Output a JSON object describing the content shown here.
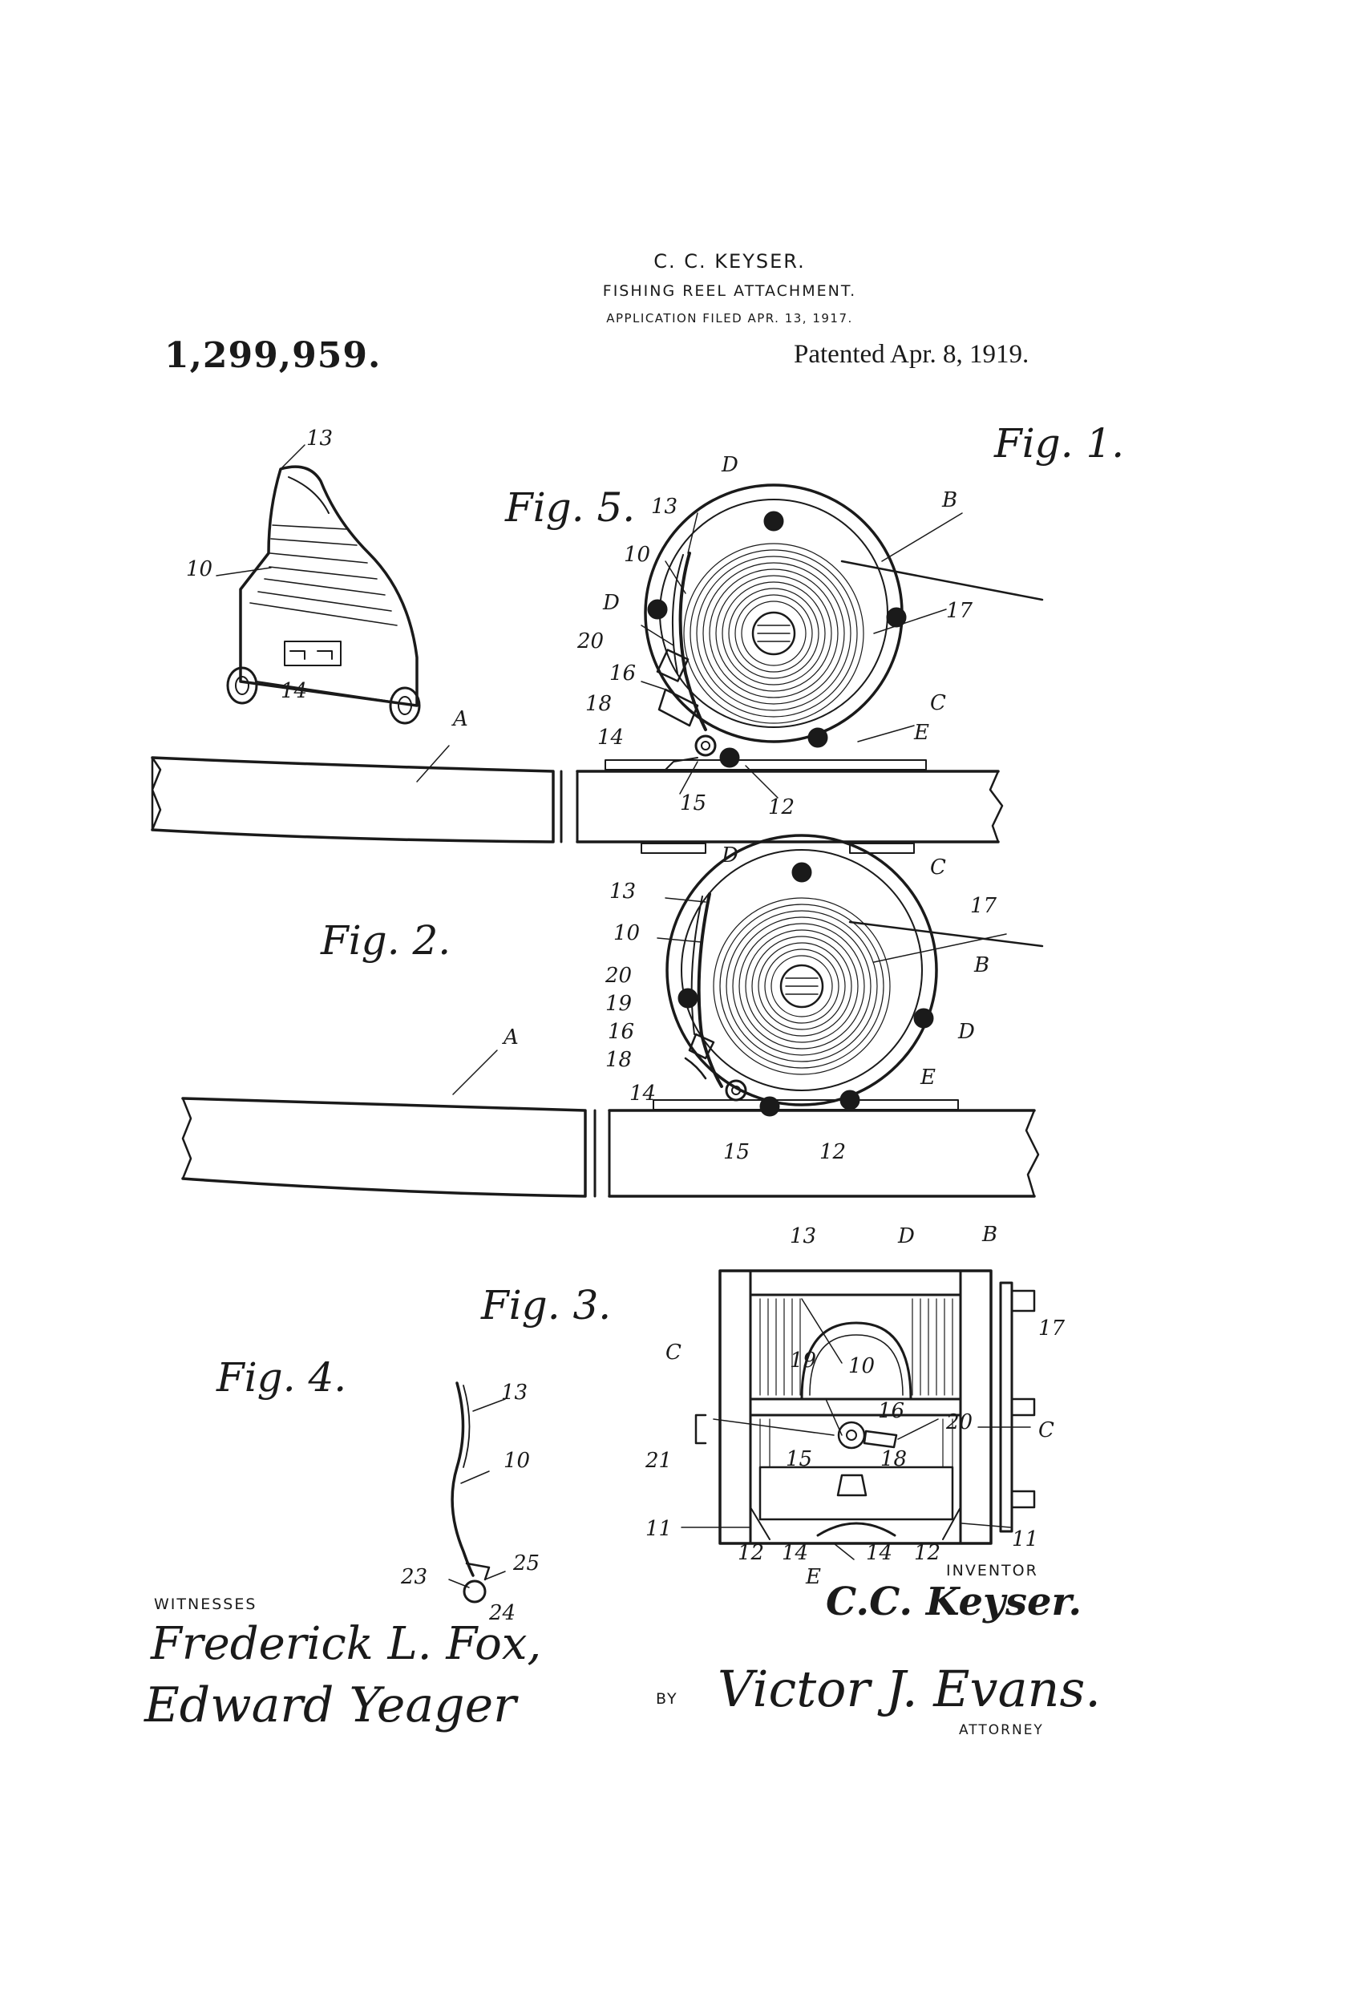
{
  "header": {
    "inventor": "C. C. KEYSER.",
    "title": "FISHING REEL ATTACHMENT.",
    "application": "APPLICATION FILED APR. 13, 1917.",
    "patent_number": "1,299,959.",
    "patented": "Patented Apr. 8, 1919."
  },
  "figures": {
    "fig1": "Fig. 1.",
    "fig2": "Fig. 2.",
    "fig3": "Fig. 3.",
    "fig4": "Fig. 4.",
    "fig5": "Fig. 5."
  },
  "fig5_labels": {
    "l13": "13",
    "l10": "10",
    "l14": "14"
  },
  "fig1_labels": {
    "D": "D",
    "B": "B",
    "l13": "13",
    "l10": "10",
    "l17": "17",
    "D2": "D",
    "l20": "20",
    "l16": "16",
    "l18": "18",
    "C": "C",
    "E": "E",
    "l14": "14",
    "A": "A",
    "l15": "15",
    "l12": "12"
  },
  "fig2_labels": {
    "D": "D",
    "C": "C",
    "l13": "13",
    "l17": "17",
    "l10": "10",
    "B": "B",
    "l20": "20",
    "l19": "19",
    "l16": "16",
    "D2": "D",
    "l18": "18",
    "l14": "14",
    "E": "E",
    "A": "A",
    "l15": "15",
    "l12": "12"
  },
  "fig3_labels": {
    "l13": "13",
    "D": "D",
    "B": "B",
    "C": "C",
    "l17": "17",
    "l19": "19",
    "l10": "10",
    "l16": "16",
    "l20": "20",
    "C2": "C",
    "l21": "21",
    "l15": "15",
    "l18": "18",
    "l11": "11",
    "l11b": "11",
    "l12": "12",
    "l14": "14",
    "l14b": "14",
    "l12b": "12",
    "E": "E"
  },
  "fig4_labels": {
    "l13": "13",
    "l10": "10",
    "l23": "23",
    "l25": "25",
    "l24": "24"
  },
  "footer": {
    "witnesses_label": "WITNESSES",
    "witness1": "Frederick L. Fox,",
    "witness2": "Edward Yeager",
    "inventor_label": "INVENTOR",
    "inventor_name": "C.C. Keyser.",
    "by_label": "BY",
    "attorney_name": "Victor J. Evans.",
    "attorney_label": "ATTORNEY"
  }
}
